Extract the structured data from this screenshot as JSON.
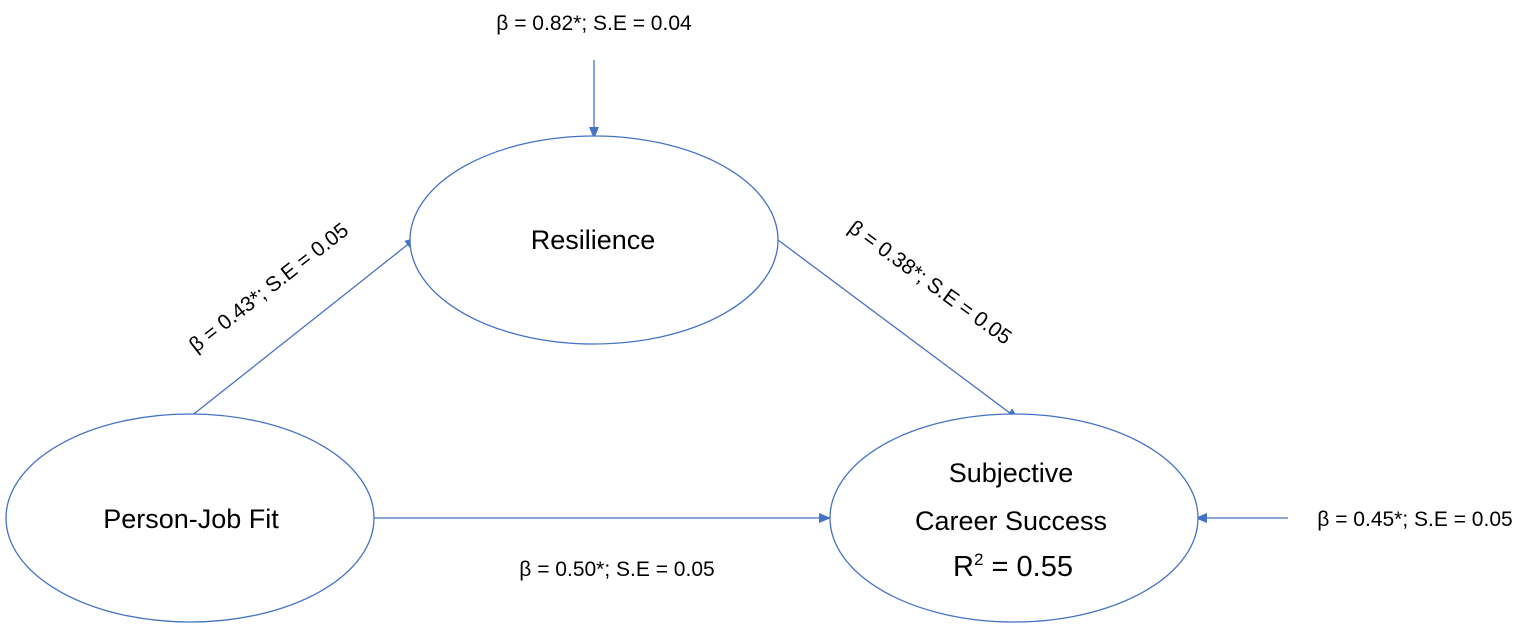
{
  "nodes": {
    "resilience": {
      "label": "Resilience"
    },
    "person_job_fit": {
      "label": "Person-Job Fit"
    },
    "subjective_career_success": {
      "line1": "Subjective",
      "line2": "Career Success",
      "r2_prefix": "R",
      "r2_sup": "2",
      "r2_value": " = 0.55"
    }
  },
  "paths": {
    "error_resilience": {
      "label": "β = 0.82*; S.E = 0.04"
    },
    "fit_to_resilience": {
      "label": "β = 0.43*; S.E = 0.05"
    },
    "resilience_to_success": {
      "label": "β = 0.38*; S.E = 0.05"
    },
    "fit_to_success": {
      "label": "β = 0.50*; S.E = 0.05"
    },
    "error_success": {
      "label": "β = 0.45*; S.E = 0.05"
    }
  },
  "colors": {
    "line": "#4472c4",
    "text": "#000000",
    "background": "#ffffff"
  }
}
